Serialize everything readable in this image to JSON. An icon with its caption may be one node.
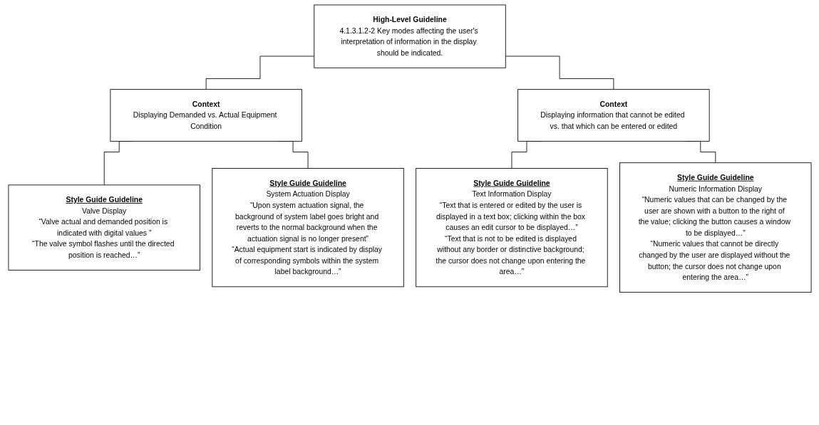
{
  "diagram": {
    "nodes": [
      {
        "text": [
          "High-Level Guideline",
          "4.1.3.1.2-2 Key modes affecting the user's interpretation of information in the display should be indicated."
        ]
      },
      {
        "text": [
          "Context",
          "Displaying Demanded vs. Actual Equipment Condition"
        ]
      },
      {
        "text": [
          "Context",
          "Displaying information that cannot be edited vs. that which can be entered or edited"
        ]
      },
      {
        "text": [
          "Style Guide Guideline",
          "Valve Display",
          "“Valve actual and demanded position is indicated with digital values ”",
          "“The valve symbol flashes until the directed position is reached…”"
        ]
      },
      {
        "text": [
          "Style Guide Guideline",
          "System Actuation Display",
          "“Upon system actuation signal, the background of system label goes bright and reverts to the normal background when the actuation signal is no longer present”",
          "“Actual equipment start is indicated by display of corresponding symbols within the system label background…”"
        ]
      },
      {
        "text": [
          "Style Guide Guideline",
          "Text Information Display",
          "“Text that is entered or edited by the user is displayed in a text box; clicking within the box causes an edit cursor to be displayed…”",
          "“Text that is not to be edited is displayed without any border or distinctive background; the cursor does not change upon entering the area…”"
        ]
      },
      {
        "text": [
          "Style Guide Guideline",
          "Numeric Information Display",
          "“Numeric values that can be changed by the user are shown with a button to the right of the value; clicking the button causes a window to be displayed…”",
          "“Numeric values that cannot be directly changed by the user are displayed without the button; the cursor does not change upon entering the area…”"
        ]
      }
    ],
    "edges": [
      {
        "from": 0,
        "to": 1,
        "arrow": "none"
      },
      {
        "from": 0,
        "to": 2,
        "arrow": "none"
      },
      {
        "from": 1,
        "to": 3,
        "arrow": "none"
      },
      {
        "from": 1,
        "to": 4,
        "arrow": "none"
      },
      {
        "from": 2,
        "to": 5,
        "arrow": "none"
      },
      {
        "from": 2,
        "to": 6,
        "arrow": "none"
      }
    ]
  }
}
